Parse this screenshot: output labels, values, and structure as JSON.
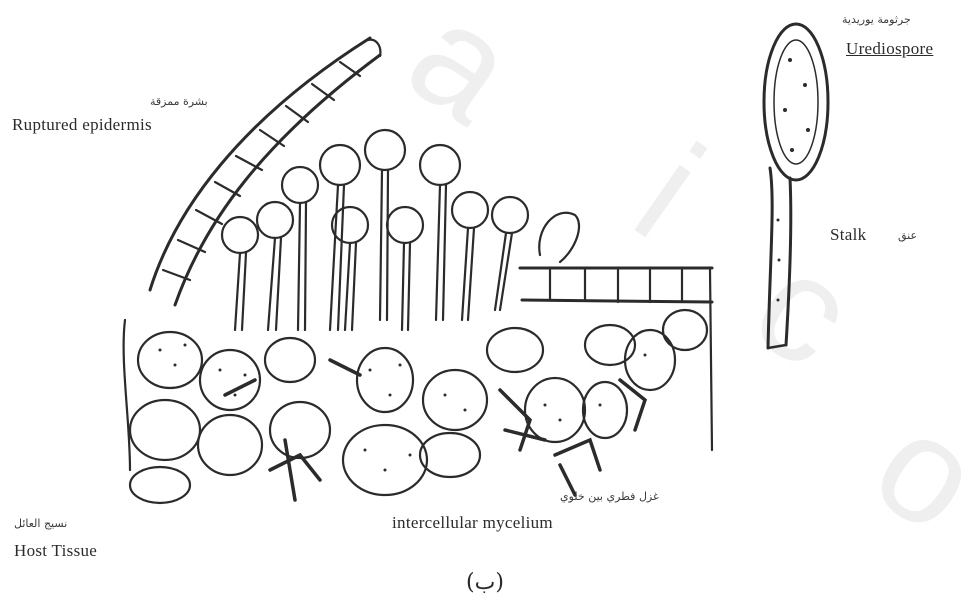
{
  "labels": {
    "urediospore": {
      "ar": "جرثومة يوريدية",
      "en": "Urediospore"
    },
    "epidermis": {
      "ar": "بشرة ممزقة",
      "en": "Ruptured epidermis"
    },
    "stalk": {
      "ar": "عنق",
      "en": "Stalk"
    },
    "mycelium": {
      "ar": "غزل فطري بين خلوي",
      "en": "intercellular mycelium"
    },
    "host": {
      "ar": "نسيج العائل",
      "en": "Host Tissue"
    },
    "figure_letter": "(ب)"
  },
  "colors": {
    "ink": "#2b2b2b",
    "background": "#ffffff",
    "watermark": "#eeeeee"
  }
}
